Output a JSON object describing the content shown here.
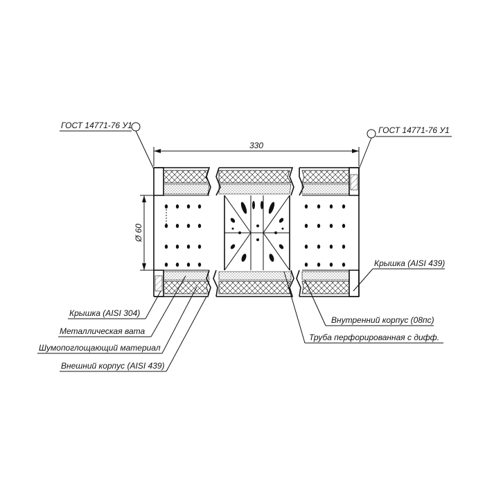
{
  "diagram": {
    "dimension_length": "330",
    "dimension_diameter": "Ø 60",
    "labels": {
      "gost_left": "ГОСТ 14771-76 У1",
      "gost_right": "ГОСТ 14771-76 У1",
      "cap_right": "Крышка (AISI 439)",
      "inner_body": "Внутренний корпус (08пс)",
      "perforated_pipe": "Труба перфорированная с дифф.",
      "cap_left": "Крышка (AISI 304)",
      "metal_wool": "Металлическая вата",
      "sound_absorbing": "Шумопоглощающий материал",
      "outer_body": "Внешний корпус (AISI 439)"
    }
  }
}
